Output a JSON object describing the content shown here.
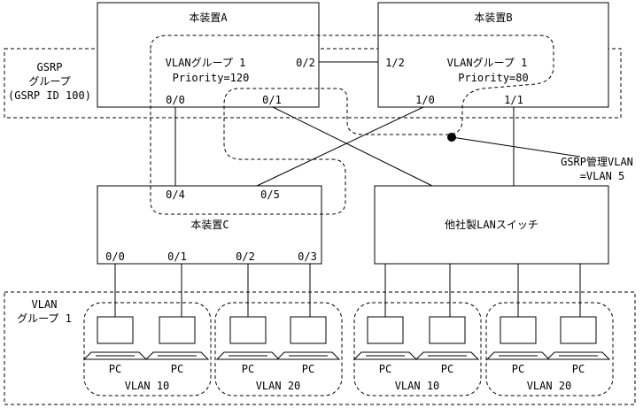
{
  "device_a": {
    "title": "本装置A",
    "group_label": "VLANグループ 1",
    "priority": "Priority=120",
    "ports": {
      "p00": "0/0",
      "p01": "0/1",
      "p02": "0/2"
    }
  },
  "device_b": {
    "title": "本装置B",
    "group_label": "VLANグループ 1",
    "priority": "Priority=80",
    "ports": {
      "p12": "1/2",
      "p10": "1/0",
      "p11": "1/1"
    }
  },
  "device_c": {
    "title": "本装置C",
    "ports": {
      "p04": "0/4",
      "p05": "0/5",
      "p00": "0/0",
      "p01": "0/1",
      "p02": "0/2",
      "p03": "0/3"
    }
  },
  "other_switch": {
    "title": "他社製LANスイッチ"
  },
  "gsrp_group": {
    "line1": "GSRP",
    "line2": "グループ",
    "line3": "(GSRP ID 100)"
  },
  "gsrp_vlan": {
    "line1": "GSRP管理VLAN",
    "line2": "=VLAN 5"
  },
  "vlan_group": {
    "line1": "VLAN",
    "line2": "グループ 1"
  },
  "pcs": [
    "PC",
    "PC",
    "PC",
    "PC",
    "PC",
    "PC",
    "PC",
    "PC"
  ],
  "pc_groups": [
    "VLAN 10",
    "VLAN 20",
    "VLAN 10",
    "VLAN 20"
  ]
}
